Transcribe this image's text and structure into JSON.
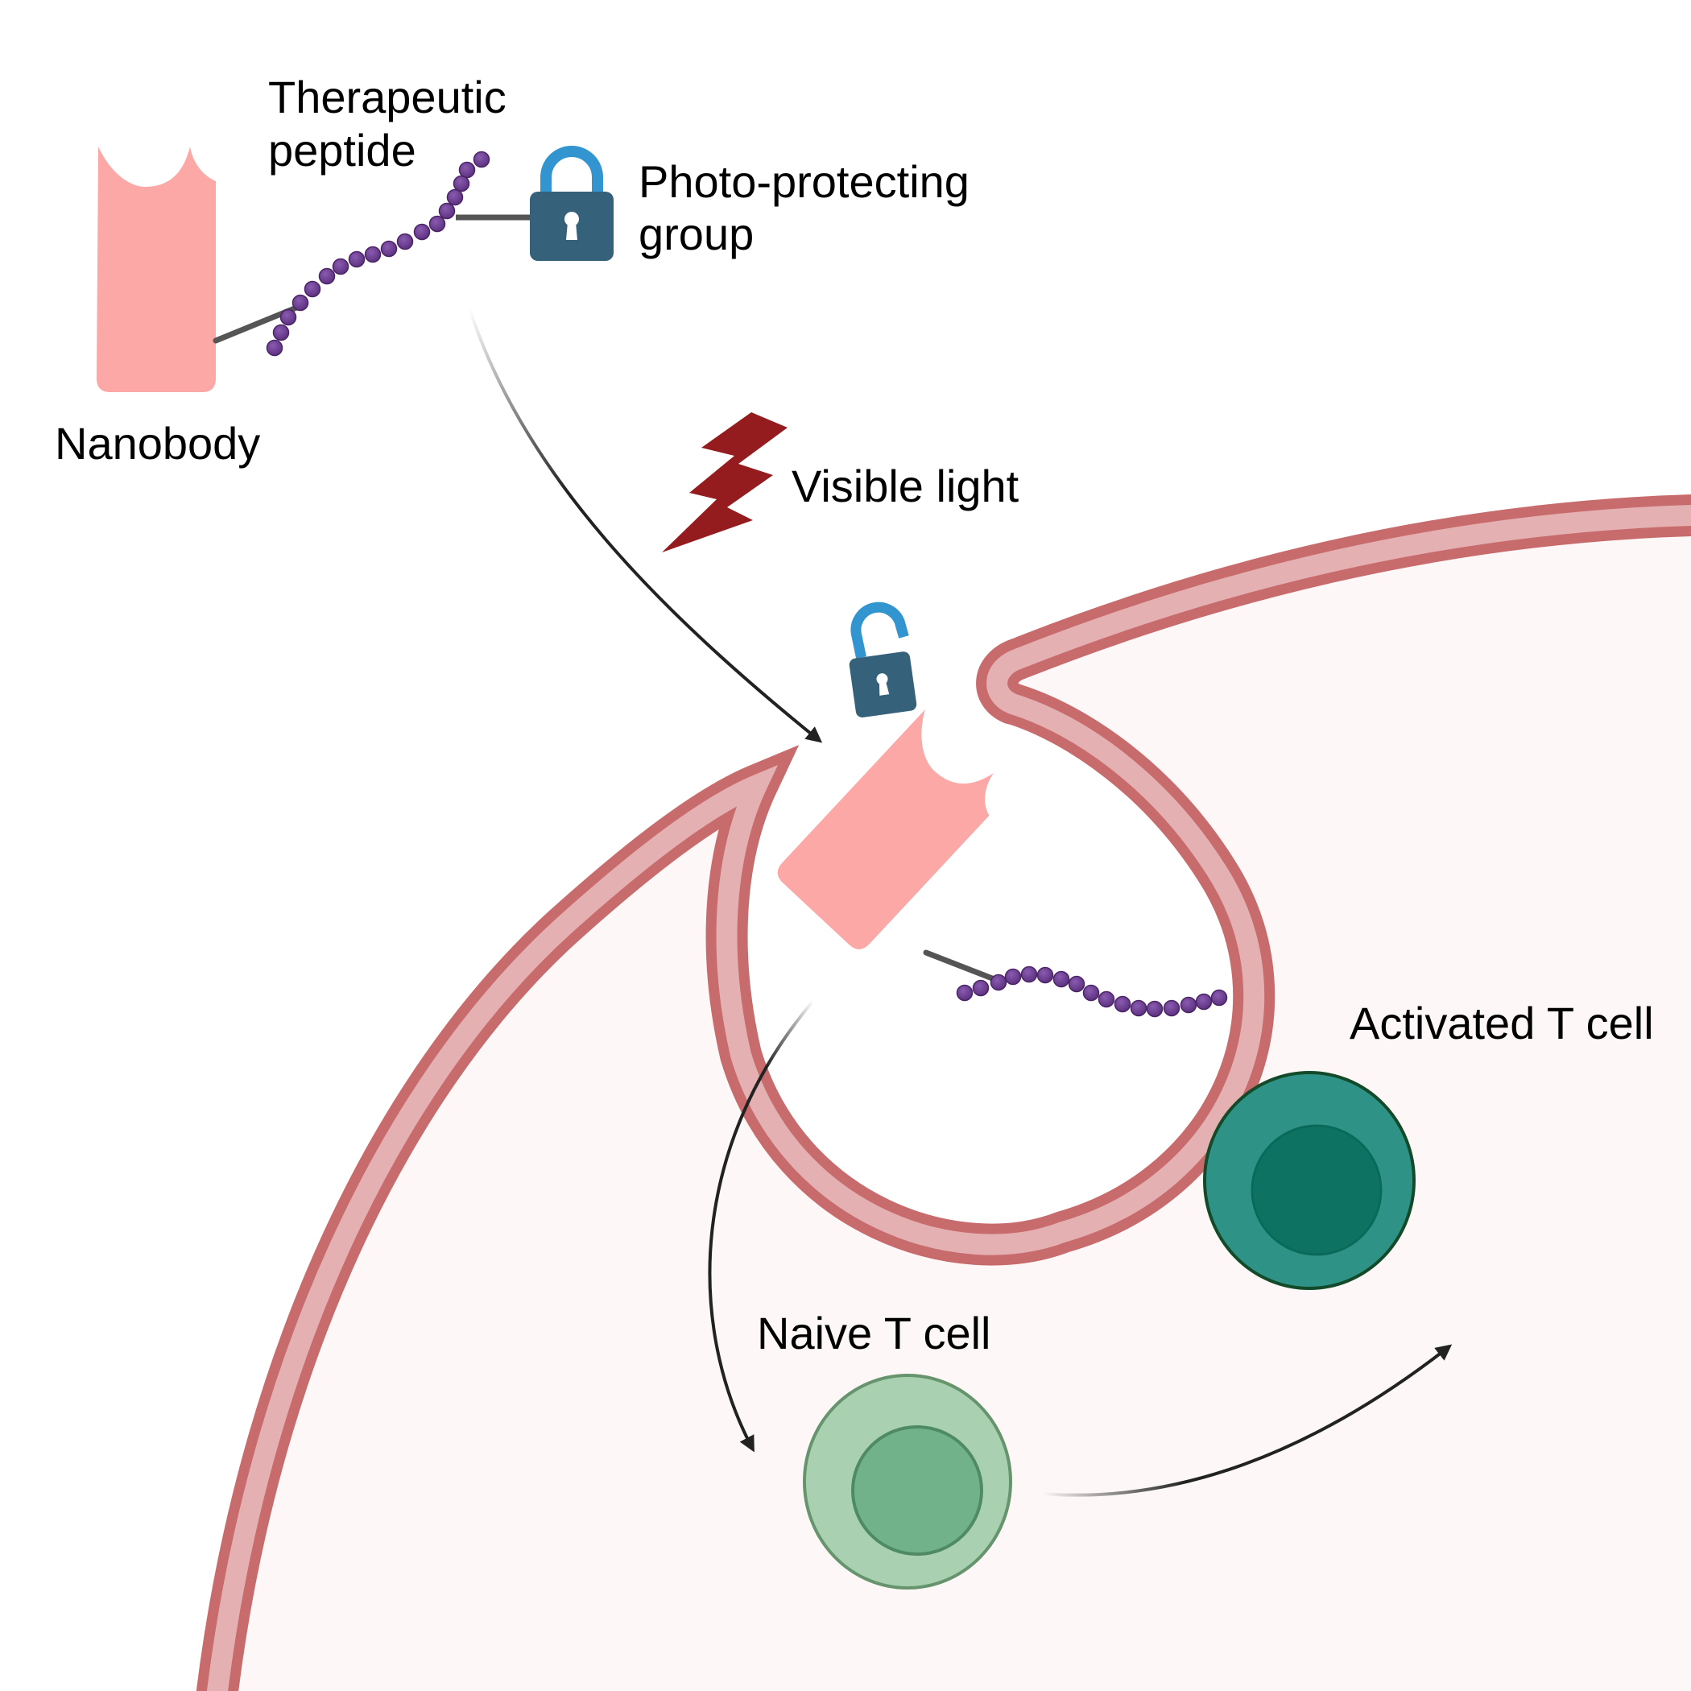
{
  "labels": {
    "therapeutic_peptide_line1": "Therapeutic",
    "therapeutic_peptide_line2": "peptide",
    "photo_protecting_line1": "Photo-protecting",
    "photo_protecting_line2": "group",
    "nanobody": "Nanobody",
    "visible_light": "Visible light",
    "naive_t_cell": "Naive T cell",
    "activated_t_cell": "Activated T cell"
  },
  "icons": {
    "locked_padlock": "lock-icon",
    "unlocked_padlock": "unlock-icon",
    "lightning": "lightning-bolt-icon"
  },
  "colors": {
    "nanobody": "#fba8a6",
    "peptide_bead": "#6a3d8f",
    "padlock_body": "#35617b",
    "padlock_shackle": "#3395cf",
    "lightning": "#951c1e",
    "membrane_outer": "#c86b6d",
    "membrane_inner": "#e4b0b1",
    "cytoplasm": "#fdf7f7",
    "naive_cell_outer": "#a9d1b1",
    "naive_cell_nucleus": "#71b28b",
    "activated_cell_outer": "#2e9386",
    "activated_cell_nucleus": "#0e7262"
  }
}
